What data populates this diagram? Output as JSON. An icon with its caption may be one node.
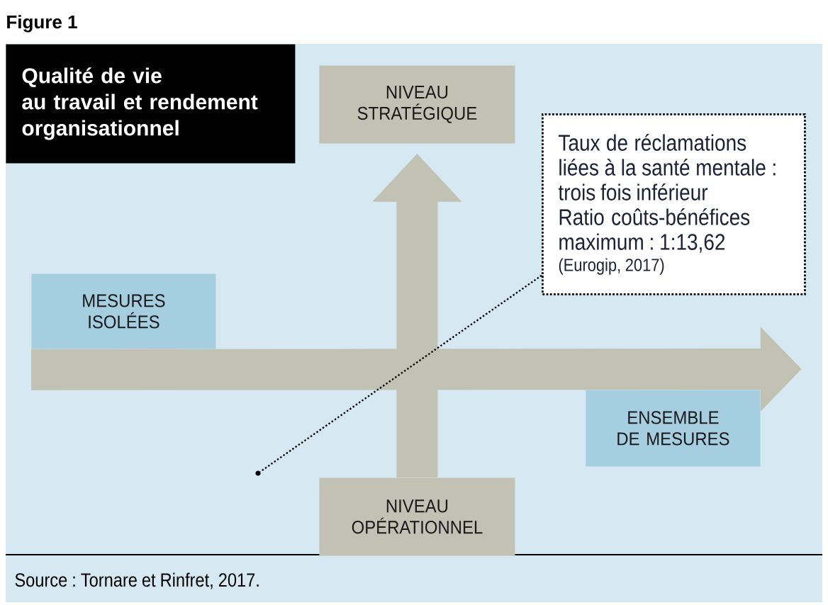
{
  "diagram": {
    "title": "Figure 1",
    "caption": "Source : Tornare et Rinfret, 2017.",
    "nodes": [
      {
        "text": [
          "Qualité de vie au travail et rendement organisationnel"
        ]
      },
      {
        "text": [
          "NIVEAU STRATÉGIQUE"
        ]
      },
      {
        "text": [
          "Taux de réclamations liées à la santé mentale : trois fois inférieur",
          "Ratio coûts-bénéfices maximum : 1:13,62",
          "(Eurogip, 2017)"
        ]
      },
      {
        "text": [
          "MESURES ISOLÉES"
        ]
      },
      {
        "text": [
          "ENSEMBLE DE MESURES"
        ]
      },
      {
        "text": [
          "NIVEAU OPÉRATIONNEL"
        ]
      },
      {
        "text": [],
        "shape": "circle"
      }
    ],
    "edges": [
      {
        "from": 3,
        "to": 4,
        "arrow": "to"
      },
      {
        "from": 5,
        "to": 1,
        "arrow": "to"
      },
      {
        "from": 2,
        "to": 6,
        "arrow": "none",
        "style": "dashed",
        "color": "#000000"
      }
    ]
  }
}
